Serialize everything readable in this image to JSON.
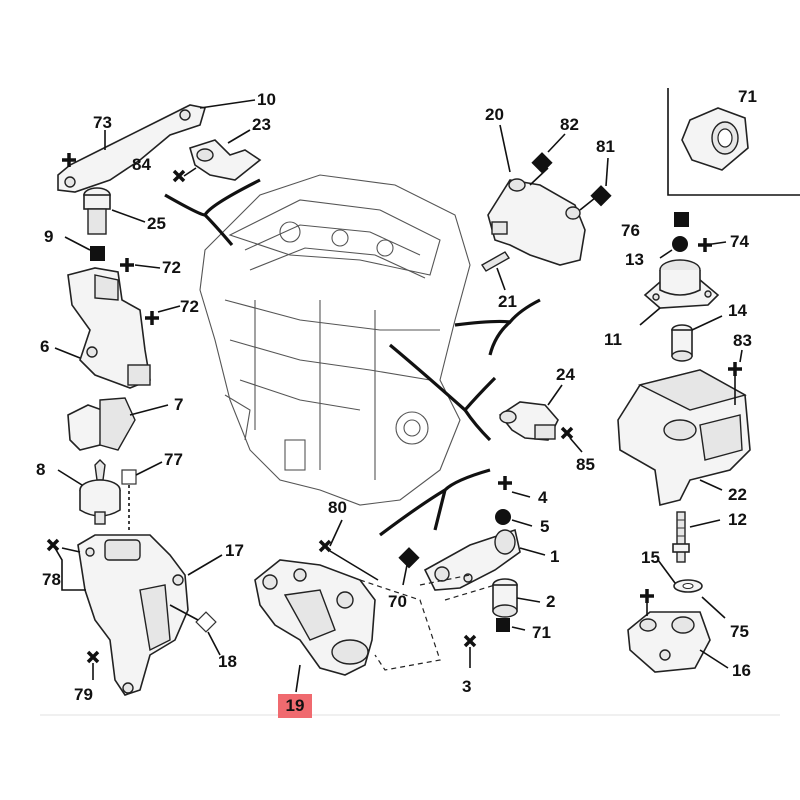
{
  "labels": {
    "l10": "10",
    "l73": "73",
    "l23": "23",
    "l84": "84",
    "l25": "25",
    "l9": "9",
    "l72a": "72",
    "l72b": "72",
    "l6": "6",
    "l7": "7",
    "l77": "77",
    "l8": "8",
    "l78": "78",
    "l17": "17",
    "l18": "18",
    "l79": "79",
    "l80": "80",
    "l19": "19",
    "l20": "20",
    "l82": "82",
    "l81": "81",
    "l21": "21",
    "l24": "24",
    "l85": "85",
    "l4": "4",
    "l5": "5",
    "l1": "1",
    "l70": "70",
    "l2": "2",
    "l71b": "71",
    "l3": "3",
    "l71a": "71",
    "l76": "76",
    "l74": "74",
    "l13": "13",
    "l14": "14",
    "l11": "11",
    "l83": "83",
    "l22": "22",
    "l12": "12",
    "l15": "15",
    "l75": "75",
    "l16": "16"
  },
  "highlighted_part": "19",
  "colors": {
    "highlight": "#f06a6f",
    "ink": "#111111"
  }
}
